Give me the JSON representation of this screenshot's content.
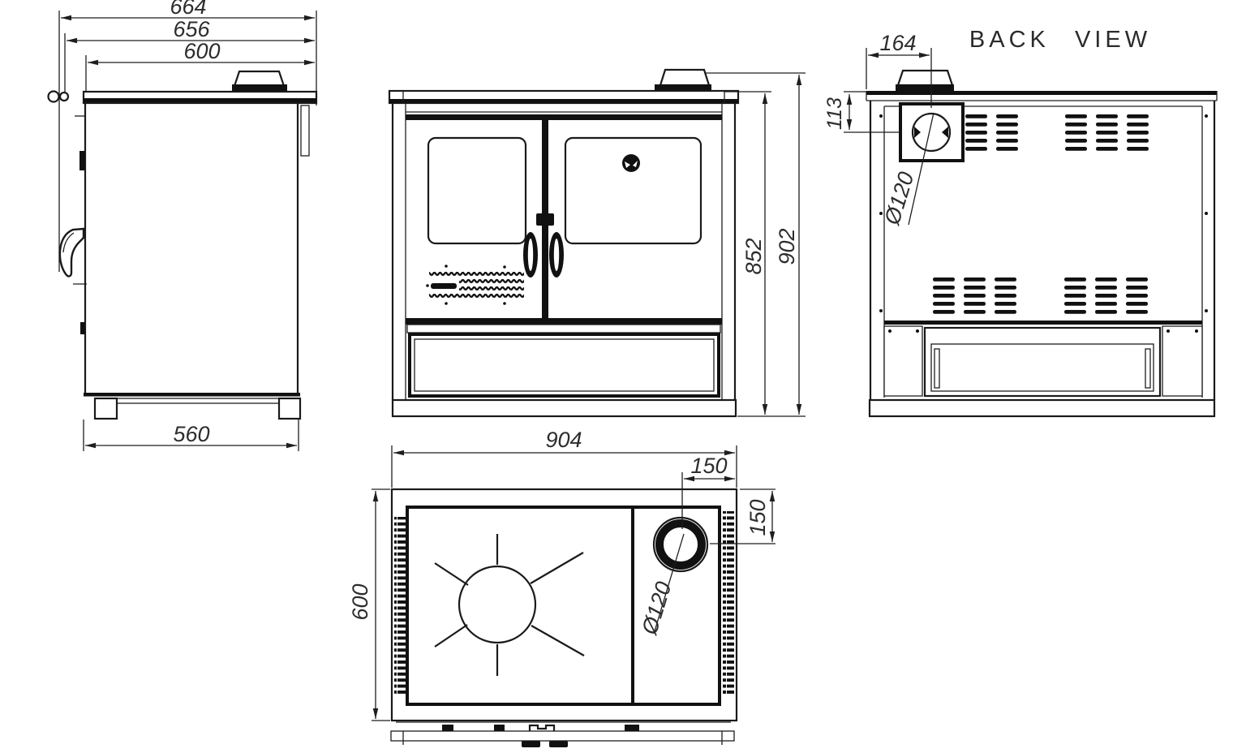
{
  "drawing": {
    "background": "#ffffff",
    "line_color": "#1e1e1e",
    "text_color": "#2d2d2d",
    "back_view_label": "BACK VIEW",
    "side_view": {
      "dim_overall_depth": "664",
      "dim_mid_depth": "656",
      "dim_top_depth": "600",
      "dim_base_depth": "560"
    },
    "front_view": {
      "dim_body_height": "852",
      "dim_overall_height": "902"
    },
    "back_view": {
      "dim_flue_offset_horizontal": "164",
      "dim_flue_offset_vertical": "113",
      "dim_flue_diameter": "Ø120"
    },
    "top_view": {
      "dim_overall_width": "904",
      "dim_flue_to_right_edge": "150",
      "dim_flue_to_back_edge": "150",
      "dim_depth": "600",
      "dim_flue_diameter": "Ø120"
    }
  }
}
